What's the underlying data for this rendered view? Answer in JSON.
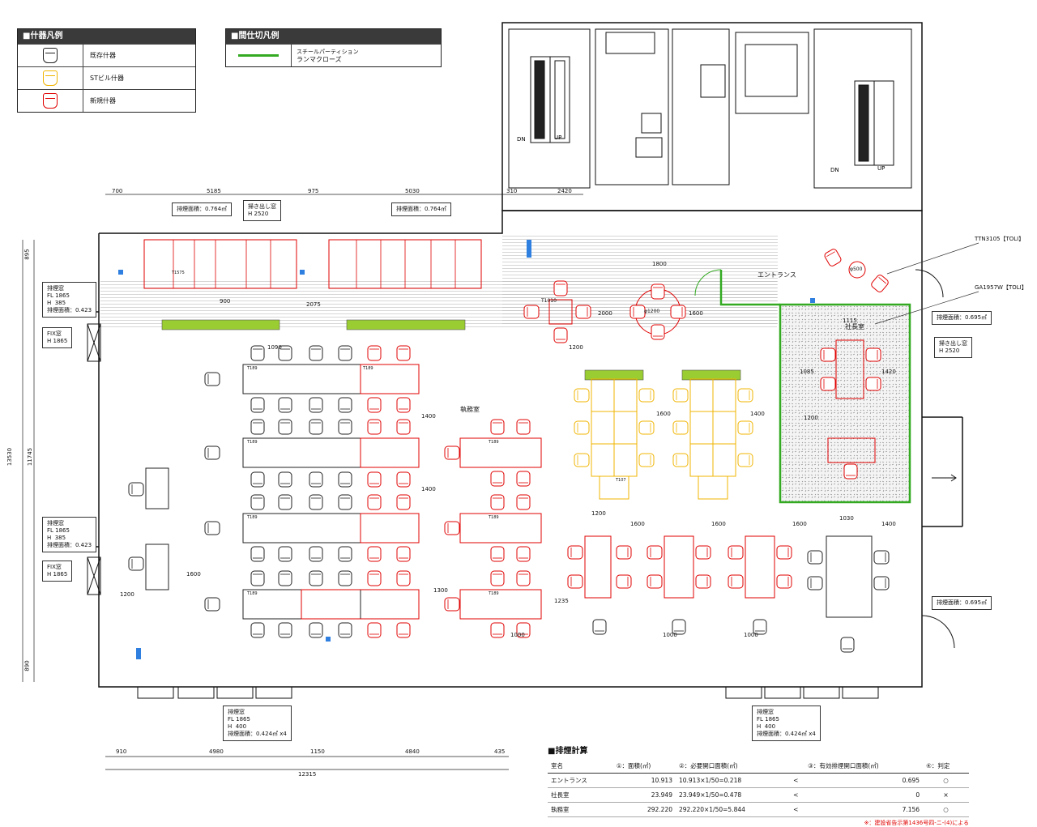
{
  "legend_fixtures": {
    "title": "■什器凡例",
    "rows": [
      {
        "label": "既存什器",
        "color": "#222222"
      },
      {
        "label": "STビル什器",
        "color": "#f0b400"
      },
      {
        "label": "新規什器",
        "color": "#e00000"
      }
    ]
  },
  "legend_partition": {
    "title": "■間仕切凡例",
    "line1": "スチールパーティション",
    "line2": "ランマクローズ"
  },
  "colors": {
    "existing": "#222222",
    "stbuilding": "#f0b400",
    "new": "#e00000",
    "partition": "#33aa22",
    "vent": "#2f7fe0",
    "note": "#e00000"
  },
  "dimensions": {
    "top": [
      "700",
      "5185",
      "975",
      "5030",
      "310",
      "2420"
    ],
    "bottom": [
      "910",
      "4980",
      "1150",
      "4840",
      "435"
    ],
    "total": "12315",
    "left_total": "13530",
    "left_sub": "11745",
    "left_top": "895",
    "left_bottom": "890",
    "inner": [
      "900",
      "2075",
      "1090",
      "2000",
      "1600",
      "1800",
      "1400",
      "1200",
      "1600",
      "1400",
      "1600",
      "1300",
      "1235",
      "1030",
      "1600",
      "1600",
      "1600",
      "1400",
      "1000",
      "1000",
      "1000",
      "1200",
      "1200",
      "1400",
      "1085",
      "1115",
      "1200",
      "1420"
    ]
  },
  "notes": {
    "top_vent_left": "排煙面積：0.764㎡",
    "top_window": "掃き出し窓\nH 2520",
    "top_vent_right": "排煙面積：0.764㎡",
    "left_vent_1": "排煙窓\nFL 1865\nH  385\n排煙面積：0.423",
    "left_fix_1": "FIX窓\nH 1865",
    "left_vent_2": "排煙窓\nFL 1865\nH  385\n排煙面積：0.423",
    "left_fix_2": "FIX窓\nH 1865",
    "right_vent_1": "排煙面積：0.695㎡",
    "right_window": "掃き出し窓\nH 2520",
    "right_vent_2": "排煙面積：0.695㎡",
    "bottom_vent_left": "排煙窓\nFL 1865\nH  400\n排煙面積：0.424㎡ x4",
    "bottom_vent_right": "排煙窓\nFL 1865\nH  400\n排煙面積：0.424㎡ x4",
    "callout_1": "TTN3105【TOLI】",
    "callout_2": "GA1957W【TOLI】"
  },
  "rooms": {
    "entrance": "エントランス",
    "office": "執務室",
    "president": "社長室",
    "dn": "DN",
    "up": "UP"
  },
  "furniture_labels": {
    "t189": "T189",
    "t1010": "T1010",
    "t1575": "T1575",
    "round": "φ1200",
    "round_small": "φ500",
    "t107": "T107"
  },
  "calc": {
    "title": "■排煙計算",
    "headers": [
      "室名",
      "①：面積(㎡)",
      "②：必要開口面積(㎡)",
      "",
      "③：有効排煙開口面積(㎡)",
      "④：判定"
    ],
    "rows": [
      [
        "エントランス",
        "10.913",
        "10.913×1/50=0.218",
        "<",
        "0.695",
        "○"
      ],
      [
        "社長室",
        "23.949",
        "23.949×1/50=0.478",
        "<",
        "0",
        "×"
      ],
      [
        "執務室",
        "292.220",
        "292.220×1/50=5.844",
        "<",
        "7.156",
        "○"
      ]
    ],
    "note": "※：建設省告示第1436号四-ニ-(4)による"
  }
}
